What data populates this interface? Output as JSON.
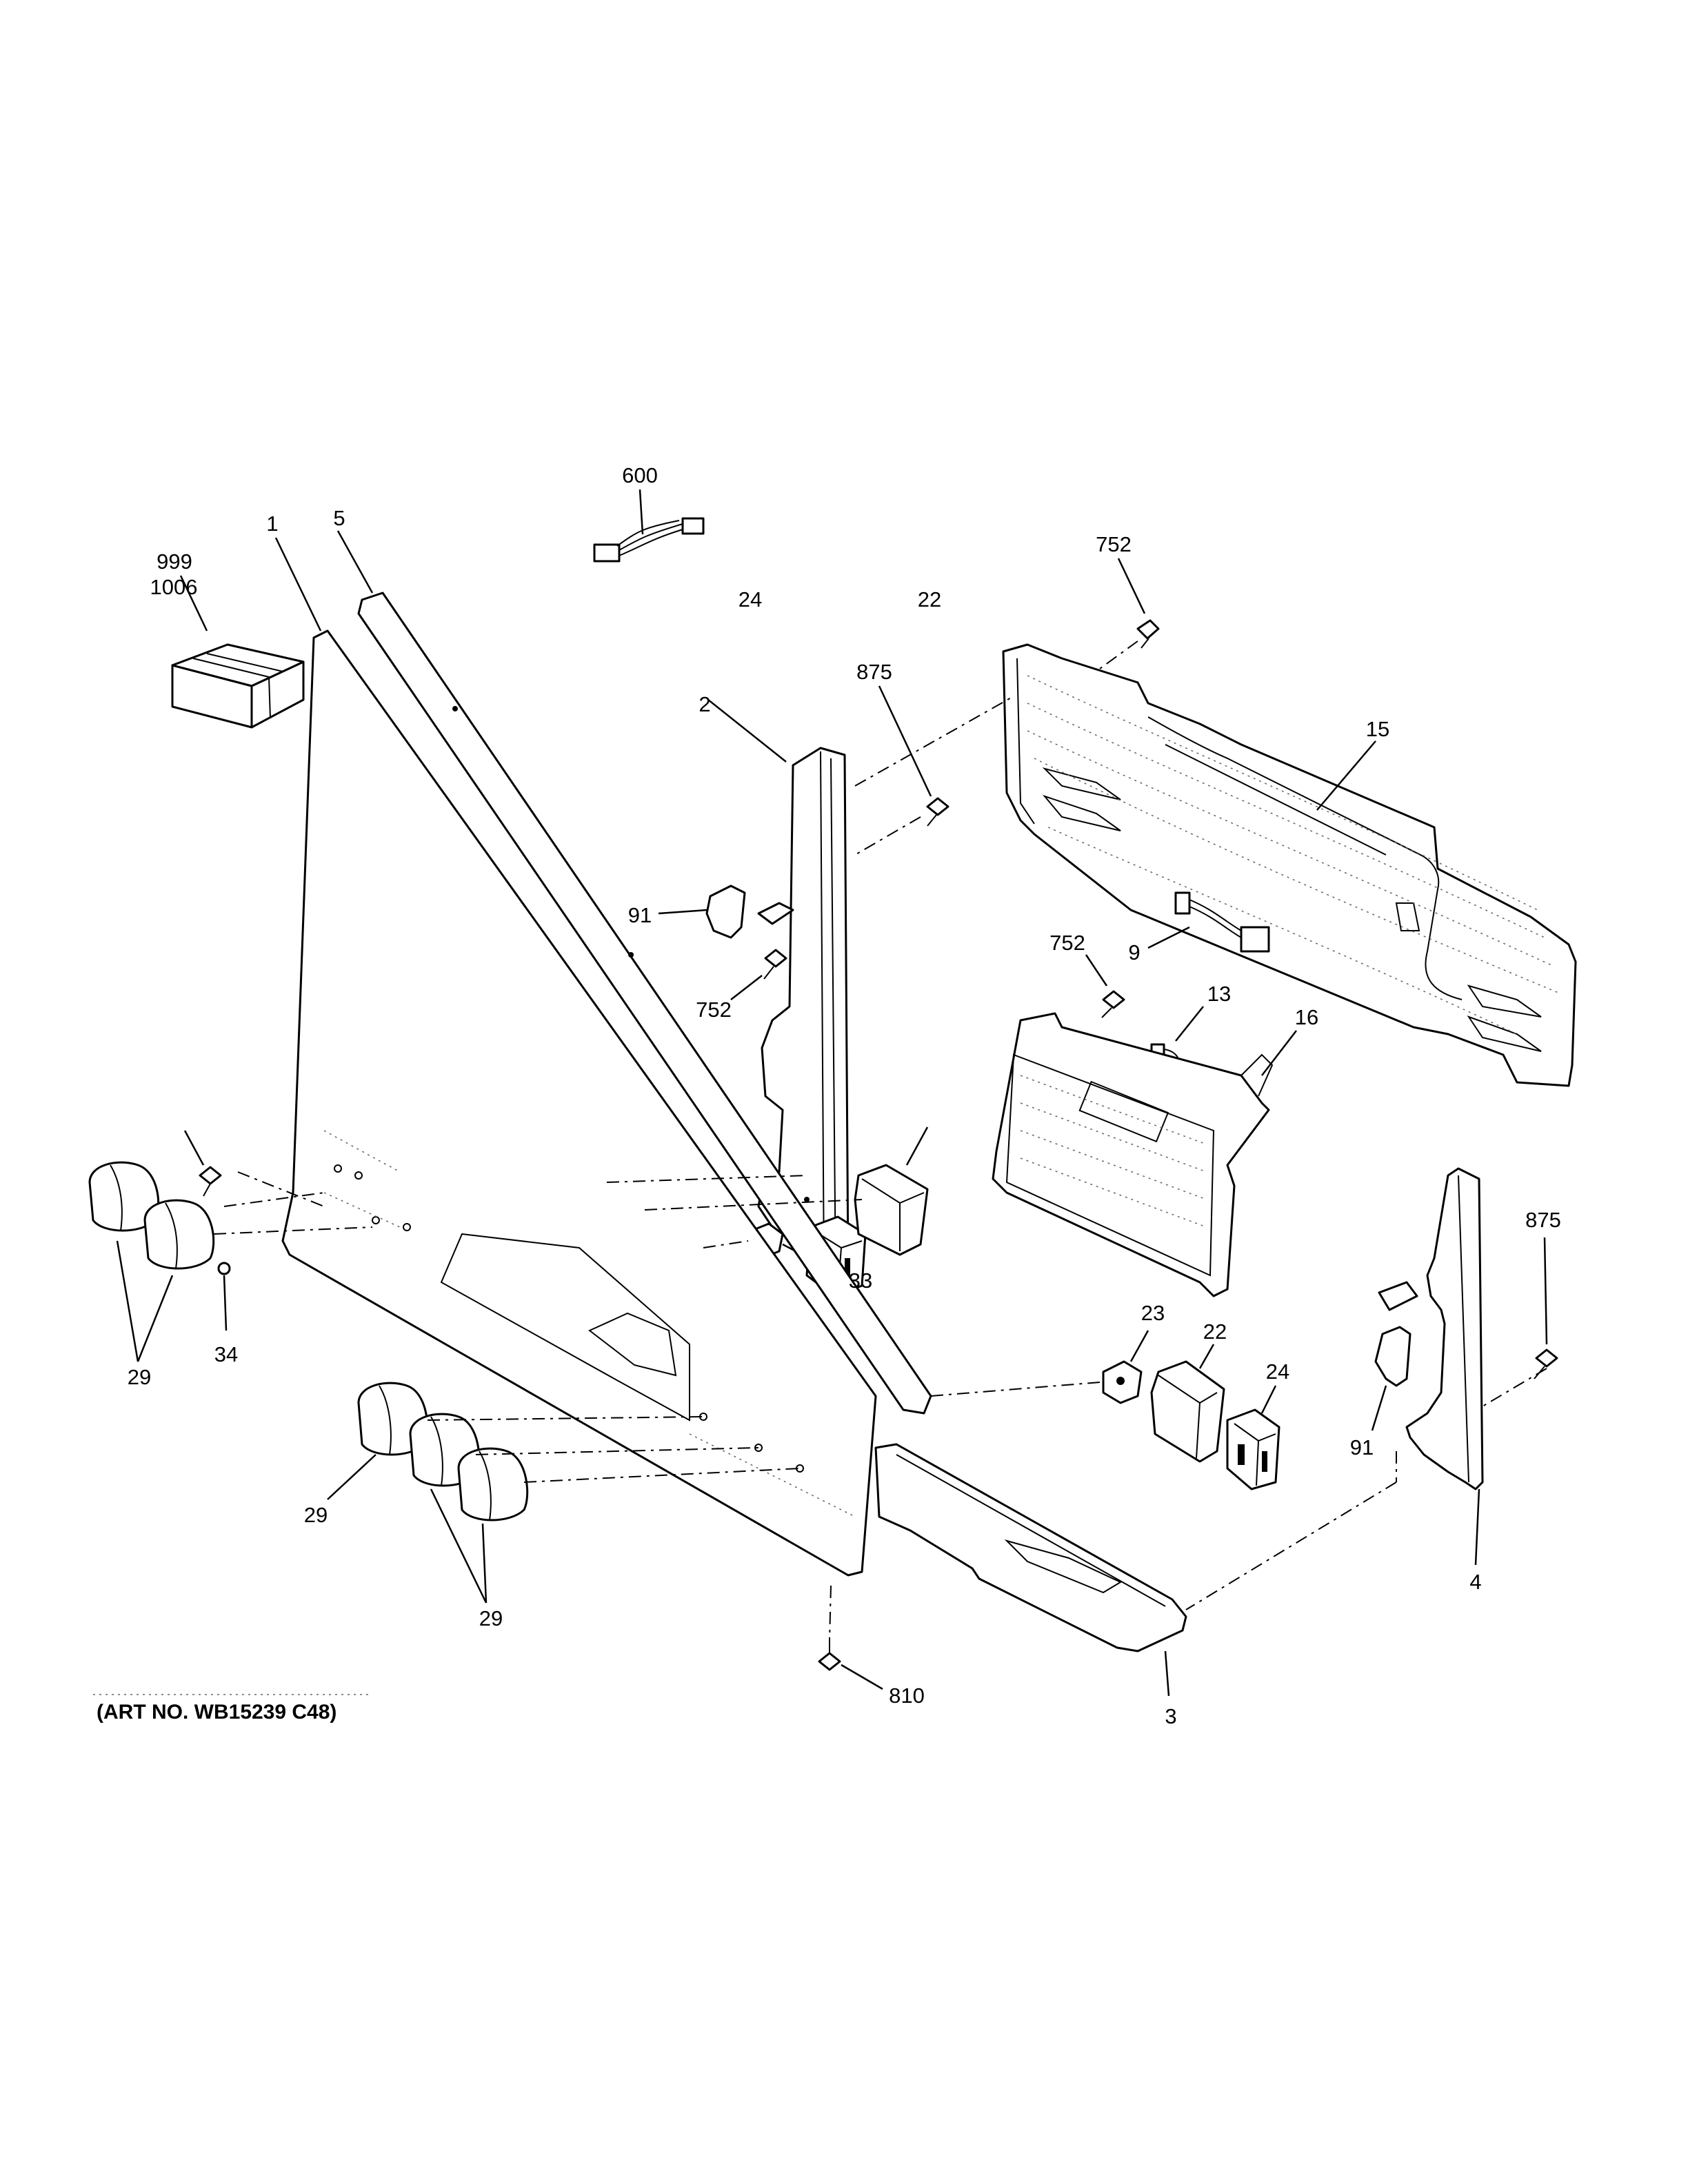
{
  "callouts": {
    "c600": "600",
    "c999": "999",
    "c752_top": "752",
    "c875_top": "875",
    "c2": "2",
    "c15": "15",
    "c91_left": "91",
    "c752_mid": "752",
    "c752_right": "752",
    "c9": "9",
    "c13": "13",
    "c16": "16",
    "c5": "5",
    "c1": "1",
    "c1006": "1006",
    "c24_top": "24",
    "c22_top": "22",
    "c33": "33",
    "c34": "34",
    "c29_left": "29",
    "c875_right": "875",
    "c23": "23",
    "c22_bottom": "22",
    "c24_bottom": "24",
    "c91_right": "91",
    "c4": "4",
    "c29_mid": "29",
    "c29_bottom": "29",
    "c810": "810",
    "c3": "3"
  },
  "art_number": "(ART NO. WB15239 C48)"
}
